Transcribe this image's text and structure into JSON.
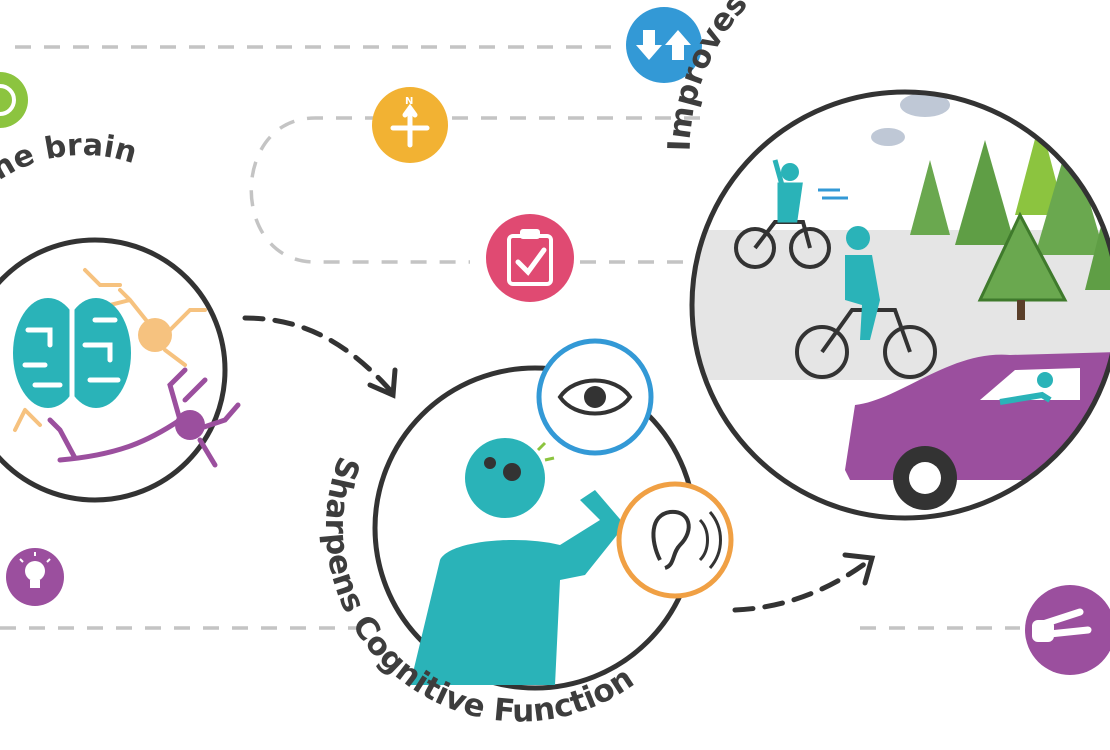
{
  "labels": {
    "brain": "the brain",
    "cognitive": "Sharpens Cognitive Function",
    "everyday": "Improves Everyday Life"
  },
  "colors": {
    "teal": "#2ab3b8",
    "purple": "#9b4f9e",
    "orange": "#f0a044",
    "light_orange": "#f6c27f",
    "blue": "#3399d6",
    "yellow": "#f2b233",
    "pink": "#e04a72",
    "green": "#8cc43f",
    "tree_green": "#6aa84f",
    "grey_dash": "#bdbdbd",
    "dark": "#3a3a3a"
  },
  "icons": [
    "target-icon",
    "direction-arrows-icon",
    "compass-icon",
    "clipboard-check-icon",
    "lightbulb-icon",
    "peace-hand-icon",
    "eye-icon",
    "ear-icon"
  ]
}
